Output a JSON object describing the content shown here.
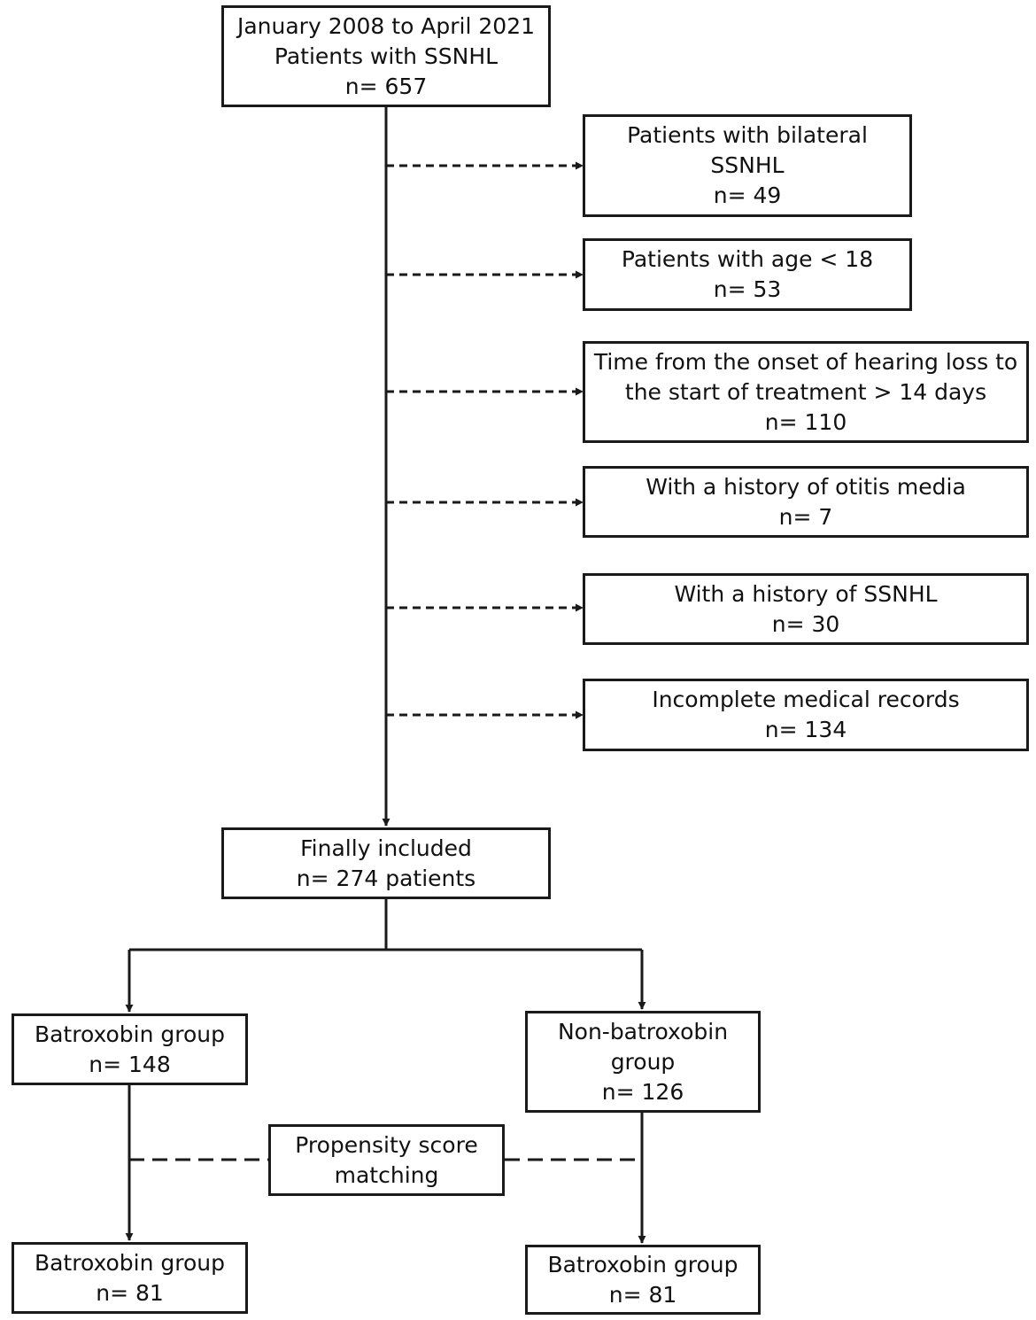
{
  "boxes": {
    "start": {
      "lines": [
        "January 2008 to April 2021",
        "Patients with SSNHL",
        "n= 657"
      ]
    },
    "excl_bilateral": {
      "lines": [
        "Patients with bilateral",
        "SSNHL",
        "n= 49"
      ]
    },
    "excl_age": {
      "lines": [
        "Patients with age < 18",
        "n= 53"
      ]
    },
    "excl_time": {
      "lines": [
        "Time from the onset of hearing loss to",
        "the start of treatment  > 14 days",
        "n= 110"
      ]
    },
    "excl_otitis": {
      "lines": [
        "With a history of otitis media",
        "n= 7"
      ]
    },
    "excl_history": {
      "lines": [
        "With a history of SSNHL",
        "n= 30"
      ]
    },
    "excl_records": {
      "lines": [
        "Incomplete medical records",
        "n= 134"
      ]
    },
    "included": {
      "lines": [
        "Finally included",
        "n= 274 patients"
      ]
    },
    "batroxobin": {
      "lines": [
        "Batroxobin group",
        "n= 148"
      ]
    },
    "non_batroxobin": {
      "lines": [
        "Non-batroxobin",
        "group",
        "n= 126"
      ]
    },
    "psm": {
      "lines": [
        "Propensity score",
        "matching"
      ]
    },
    "matched_left": {
      "lines": [
        "Batroxobin group",
        "n= 81"
      ]
    },
    "matched_right": {
      "lines": [
        "Batroxobin group",
        "n= 81"
      ]
    }
  }
}
